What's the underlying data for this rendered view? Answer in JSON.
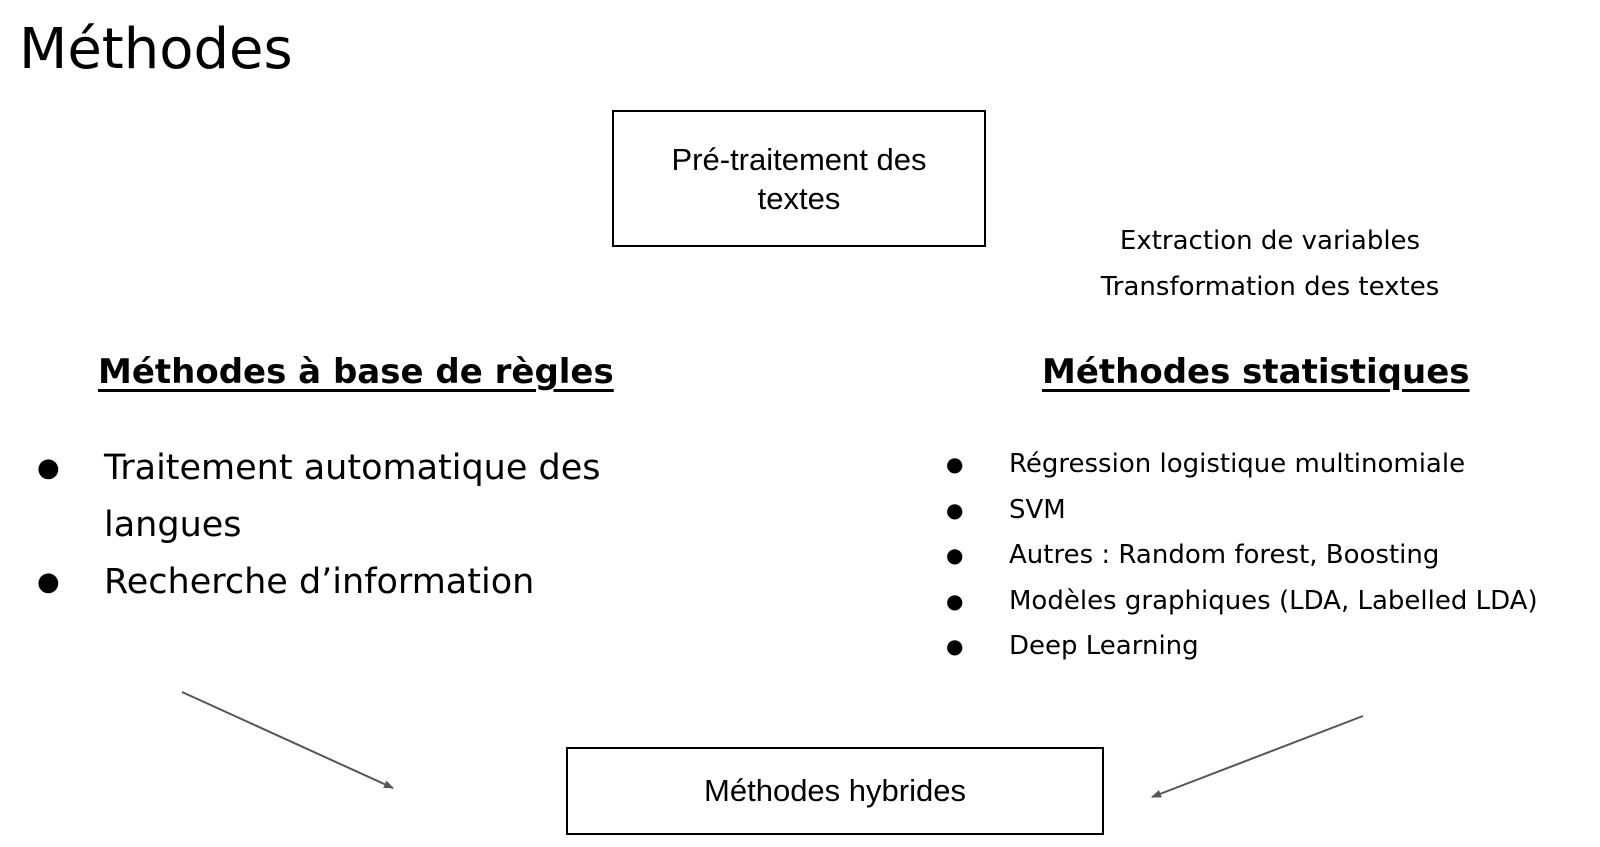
{
  "title": "Méthodes",
  "preprocessing_box": {
    "label": "Pré-traitement des textes"
  },
  "preprocessing_notes": [
    "Extraction de variables",
    "Transformation des textes"
  ],
  "rule_based": {
    "heading": "Méthodes à base de règles",
    "items": [
      "Traitement automatique des langues",
      "Recherche d’information"
    ]
  },
  "statistical": {
    "heading": "Méthodes statistiques",
    "items": [
      "Régression logistique multinomiale",
      "SVM",
      "Autres : Random forest, Boosting",
      "Modèles graphiques (LDA, Labelled LDA)",
      "Deep Learning"
    ]
  },
  "hybrid_box": {
    "label": "Méthodes hybrides"
  },
  "colors": {
    "text": "#000000",
    "arrow": "#555555",
    "background": "#ffffff"
  }
}
